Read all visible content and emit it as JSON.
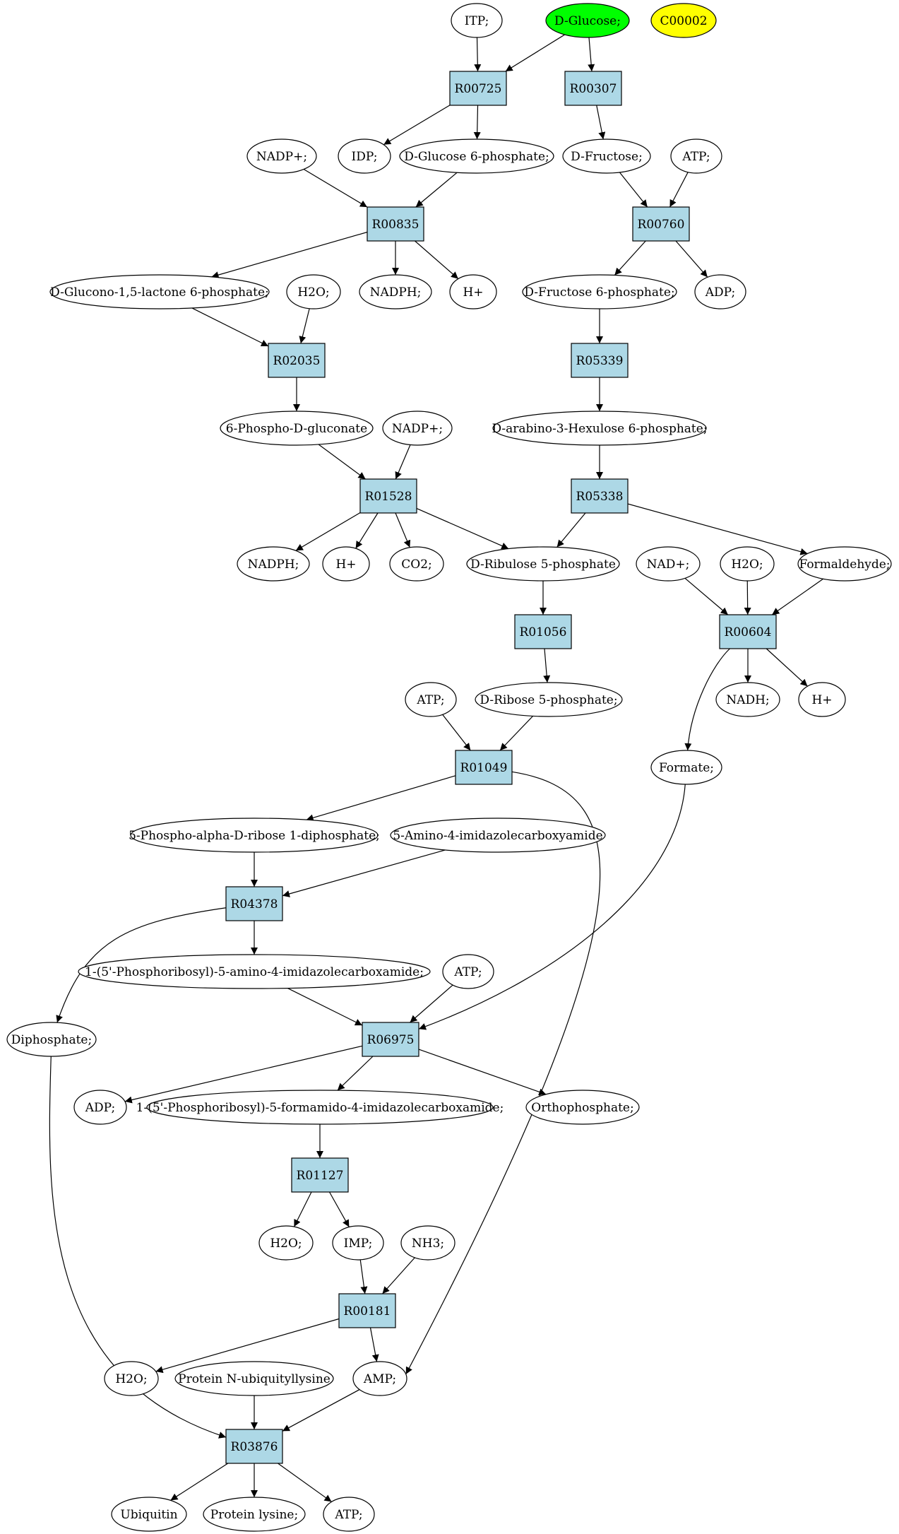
{
  "colors": {
    "reaction_fill": "#add8e6",
    "compound_fill": "#ffffff",
    "start_fill": "#00ff00",
    "highlight_fill": "#ffff00",
    "stroke": "#000000"
  },
  "nodes": {
    "itp": "ITP;",
    "d_glucose": "D-Glucose;",
    "c00002": "C00002",
    "r00725": "R00725",
    "r00307": "R00307",
    "nadp_1": "NADP+;",
    "idp": "IDP;",
    "glucose_6p": "D-Glucose 6-phosphate;",
    "d_fructose": "D-Fructose;",
    "atp_1": "ATP;",
    "r00835": "R00835",
    "r00760": "R00760",
    "glucono_lactone": "D-Glucono-1,5-lactone 6-phosphate;",
    "h2o_1": "H2O;",
    "nadph_1": "NADPH;",
    "hplus_1": "H+",
    "fructose_6p": "D-Fructose 6-phosphate;",
    "adp_1": "ADP;",
    "r02035": "R02035",
    "r05339": "R05339",
    "phosphogluconate": "6-Phospho-D-gluconate",
    "nadp_2": "NADP+;",
    "hexulose_6p": "D-arabino-3-Hexulose 6-phosphate;",
    "r01528": "R01528",
    "r05338": "R05338",
    "nadph_2": "NADPH;",
    "hplus_2": "H+",
    "co2": "CO2;",
    "ribulose_5p": "D-Ribulose 5-phosphate",
    "nad": "NAD+;",
    "h2o_2": "H2O;",
    "formaldehyde": "Formaldehyde;",
    "r01056": "R01056",
    "r00604": "R00604",
    "atp_2": "ATP;",
    "ribose_5p": "D-Ribose 5-phosphate;",
    "nadh": "NADH;",
    "hplus_3": "H+",
    "r01049": "R01049",
    "formate": "Formate;",
    "prpp": "5-Phospho-alpha-D-ribose 1-diphosphate;",
    "aica": "5-Amino-4-imidazolecarboxyamide",
    "r04378": "R04378",
    "aicar": "1-(5'-Phosphoribosyl)-5-amino-4-imidazolecarboxamide;",
    "atp_3": "ATP;",
    "diphosphate": "Diphosphate;",
    "r06975": "R06975",
    "adp_2": "ADP;",
    "faicar": "1-(5'-Phosphoribosyl)-5-formamido-4-imidazolecarboxamide;",
    "orthophosphate": "Orthophosphate;",
    "r01127": "R01127",
    "h2o_3": "H2O;",
    "imp": "IMP;",
    "nh3": "NH3;",
    "r00181": "R00181",
    "h2o_4": "H2O;",
    "protein_ub_lys": "Protein N-ubiquityllysine",
    "amp": "AMP;",
    "r03876": "R03876",
    "ubiquitin": "Ubiquitin",
    "protein_lysine": "Protein lysine;",
    "atp_4": "ATP;"
  }
}
